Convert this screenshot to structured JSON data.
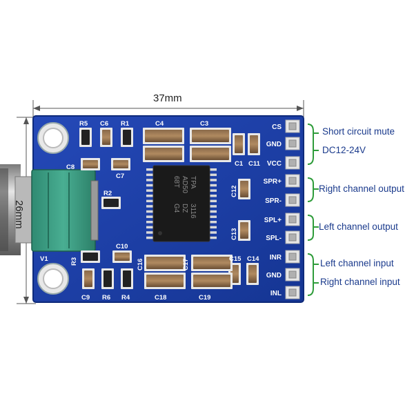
{
  "dimensions": {
    "width_label": "37mm",
    "height_label": "26mm"
  },
  "chip_text": [
    "TPA",
    "3116",
    "AD50",
    "DZ",
    "68T",
    "G4"
  ],
  "silkscreen": {
    "R5": "R5",
    "C6": "C6",
    "R1": "R1",
    "C4": "C4",
    "C3": "C3",
    "C8": "C8",
    "C7": "C7",
    "C1": "C1",
    "C11": "C11",
    "R2": "R2",
    "C12": "C12",
    "C13": "C13",
    "C10": "C10",
    "R3": "R3",
    "V1": "V1",
    "C16": "C16",
    "C17": "C17",
    "C15": "C15",
    "C14": "C14",
    "C9": "C9",
    "R6": "R6",
    "R4": "R4",
    "C18": "C18",
    "C19": "C19"
  },
  "pins": [
    "CS",
    "GND",
    "VCC",
    "SPR+",
    "SPR-",
    "SPL+",
    "SPL-",
    "INR",
    "GND",
    "INL"
  ],
  "annotations": {
    "short_circuit_mute": "Short circuit mute",
    "supply": "DC12-24V",
    "right_output": "Right channel output",
    "left_output": "Left channel output",
    "left_input": "Left channel input",
    "right_input": "Right channel input"
  },
  "colors": {
    "pcb": "#1c3fa8",
    "pcb_edge": "#0e2a7a",
    "bracket": "#2e9c3a",
    "label": "#1a3a8c",
    "knob": "#3c9c82"
  }
}
